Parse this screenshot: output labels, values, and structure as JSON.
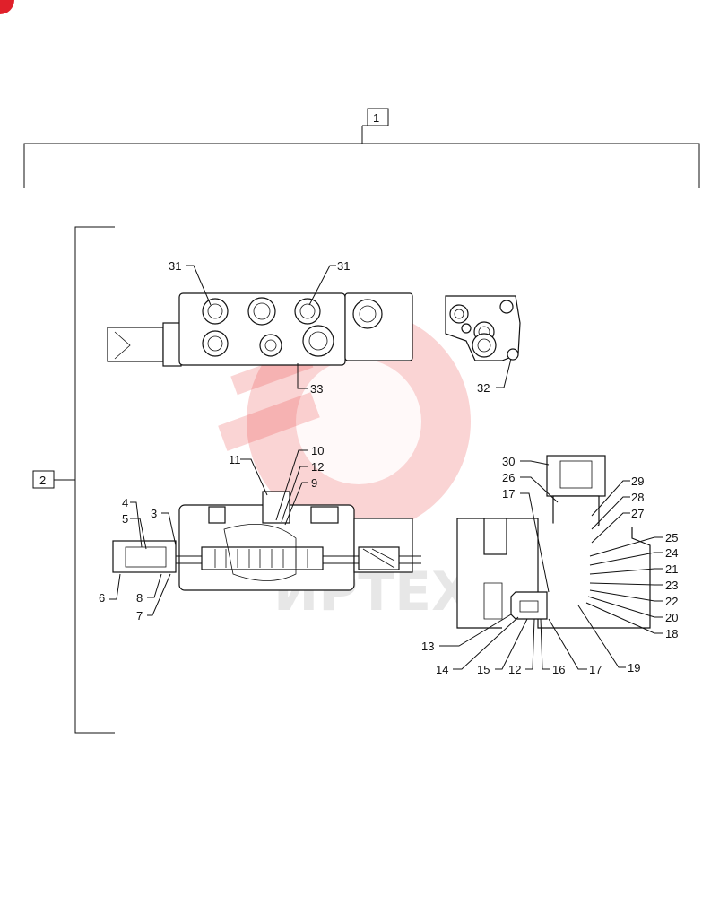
{
  "callouts": {
    "top_assembly": "1",
    "sub_assembly": "2",
    "c3": "3",
    "c4": "4",
    "c5": "5",
    "c6": "6",
    "c7": "7",
    "c8": "8",
    "c9": "9",
    "c10": "10",
    "c11": "11",
    "c12a": "12",
    "c12b": "12",
    "c13": "13",
    "c14": "14",
    "c15": "15",
    "c16": "16",
    "c17a": "17",
    "c17b": "17",
    "c18": "18",
    "c19": "19",
    "c20": "20",
    "c21": "21",
    "c22": "22",
    "c23": "23",
    "c24": "24",
    "c25": "25",
    "c26": "26",
    "c27": "27",
    "c28": "28",
    "c29": "29",
    "c30": "30",
    "c31a": "31",
    "c31b": "31",
    "c32": "32",
    "c33": "33"
  },
  "watermark": {
    "text": "ИРТЕХ",
    "color": "#e73c3c"
  },
  "corner_badge": {
    "color": "#e0202a"
  }
}
